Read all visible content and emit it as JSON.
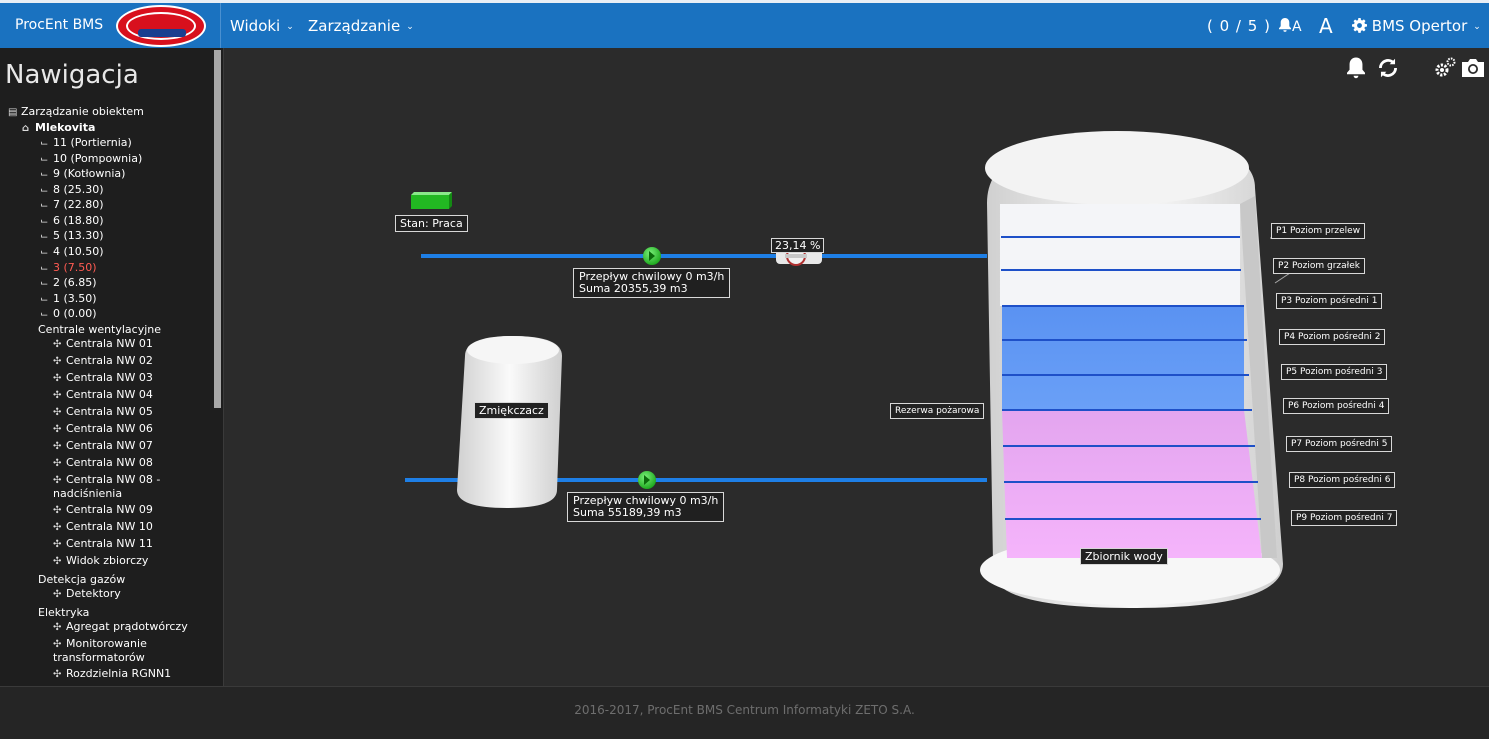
{
  "header": {
    "brand": "ProcEnt BMS",
    "logo": "mlekovita-logo",
    "menu": [
      {
        "label": "Widoki",
        "caret": "⌄"
      },
      {
        "label": "Zarządzanie",
        "caret": "⌄"
      }
    ],
    "alarms": "( 0 / 5 )",
    "font_small": "A",
    "font_large": "A",
    "user": "BMS Opertor",
    "user_caret": "⌄"
  },
  "sidebar": {
    "title": "Nawigacja",
    "items": [
      {
        "label": "Zarządzanie obiektem",
        "icon": "building-icon"
      },
      {
        "label": "Mlekovita",
        "icon": "home-icon"
      },
      {
        "label": "11 (Portiernia)"
      },
      {
        "label": "10 (Pompownia)"
      },
      {
        "label": "9 (Kotłownia)"
      },
      {
        "label": "8 (25.30)"
      },
      {
        "label": "7 (22.80)"
      },
      {
        "label": "6 (18.80)"
      },
      {
        "label": "5 (13.30)"
      },
      {
        "label": "4 (10.50)"
      },
      {
        "label": "3 (7.50)",
        "alarm": true
      },
      {
        "label": "2 (6.85)"
      },
      {
        "label": "1 (3.50)"
      },
      {
        "label": "0 (0.00)"
      },
      {
        "label": "Centrale wentylacyjne"
      },
      {
        "label": "Centrala NW 01"
      },
      {
        "label": "Centrala NW 02"
      },
      {
        "label": "Centrala NW 03"
      },
      {
        "label": "Centrala NW 04"
      },
      {
        "label": "Centrala NW 05"
      },
      {
        "label": "Centrala NW 06"
      },
      {
        "label": "Centrala NW 07"
      },
      {
        "label": "Centrala NW 08"
      },
      {
        "label": "Centrala NW 08 -",
        "label2": "nadciśnienia"
      },
      {
        "label": "Centrala NW 09"
      },
      {
        "label": "Centrala NW 10"
      },
      {
        "label": "Centrala NW 11"
      },
      {
        "label": "Widok zbiorczy"
      },
      {
        "label": "Detekcja gazów"
      },
      {
        "label": "Detektory"
      },
      {
        "label": "Elektryka"
      },
      {
        "label": "Agregat prądotwórczy"
      },
      {
        "label": "Monitorowanie",
        "label2": "transformatorów"
      },
      {
        "label": "Rozdzielnia RGNN1"
      }
    ]
  },
  "toolbar": {
    "icons": [
      "bell-icon",
      "refresh-icon",
      "settings-icon",
      "camera-icon"
    ]
  },
  "synoptic": {
    "status": "Stan: Praca",
    "valve_percent": "23,14 %",
    "flow1_line1": "Przepływ chwilowy 0 m3/h",
    "flow1_line2": "Suma 20355,39 m3",
    "flow2_line1": "Przepływ chwilowy 0 m3/h",
    "flow2_line2": "Suma 55189,39 m3",
    "softener_label": "Zmiękczacz",
    "tank_label": "Zbiornik wody",
    "fire_reserve": "Rezerwa pożarowa",
    "levels": [
      "P1 Poziom przelew",
      "P2 Poziom grzałek",
      "P3 Poziom pośredni 1",
      "P4 Poziom pośredni 2",
      "P5 Poziom pośredni 3",
      "P6 Poziom pośredni 4",
      "P7 Poziom pośredni 5",
      "P8 Poziom pośredni 6",
      "P9 Poziom pośredni 7"
    ],
    "colors": {
      "pipe": "#1e7fe6",
      "tank_blue": "#5a95f5",
      "tank_pink": "#f0a8f5",
      "running": "#2ec52e"
    }
  },
  "footer": {
    "text": "2016-2017, ProcEnt BMS Centrum Informatyki ZETO S.A."
  }
}
